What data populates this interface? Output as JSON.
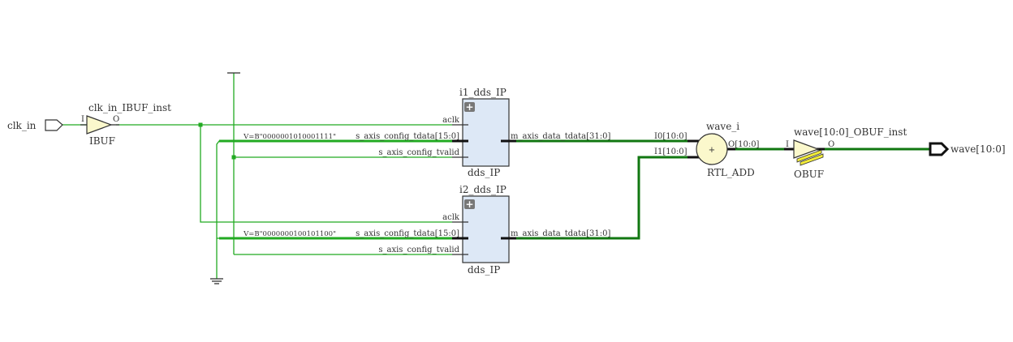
{
  "ports": {
    "input": {
      "name": "clk_in"
    },
    "output": {
      "name": "wave[10:0]"
    }
  },
  "ibuf": {
    "instance": "clk_in_IBUF_inst",
    "type": "IBUF",
    "pin_in": "I",
    "pin_out": "O"
  },
  "blocks": [
    {
      "instance": "i1_dds_IP",
      "type": "dds_IP",
      "pins": {
        "aclk": "aclk",
        "tdata": "s_axis_config_tdata[15:0]",
        "tvalid": "s_axis_config_tvalid",
        "out": "m_axis_data_tdata[31:0]"
      },
      "constant": "V=B\"0000001010001111\""
    },
    {
      "instance": "i2_dds_IP",
      "type": "dds_IP",
      "pins": {
        "aclk": "aclk",
        "tdata": "s_axis_config_tdata[15:0]",
        "tvalid": "s_axis_config_tvalid",
        "out": "m_axis_data_tdata[31:0]"
      },
      "constant": "V=B\"0000000100101100\""
    }
  ],
  "adder": {
    "instance": "wave_i",
    "type": "RTL_ADD",
    "in0": "I0[10:0]",
    "in1": "I1[10:0]",
    "out": "O[10:0]",
    "symbol": "+"
  },
  "obuf": {
    "instance": "wave[10:0]_OBUF_inst",
    "type": "OBUF",
    "pin_in": "I",
    "pin_out": "O"
  },
  "expand_icon": "+",
  "colors": {
    "net": "#22aa22",
    "bus": "#117711",
    "block_fill": "#dde8f6",
    "cell_fill": "#fbf8cc"
  }
}
